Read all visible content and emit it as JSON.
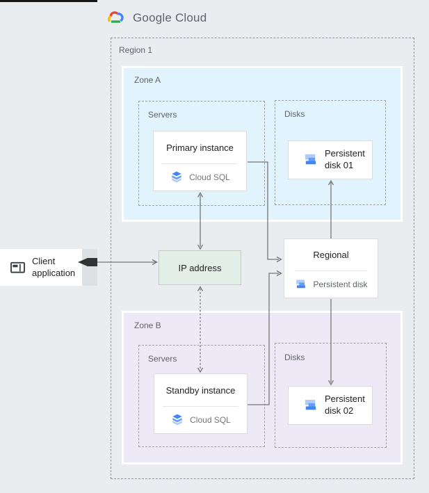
{
  "header": {
    "logo": "Google Cloud"
  },
  "region": {
    "label": "Region 1"
  },
  "zone_a": {
    "label": "Zone A",
    "servers_label": "Servers",
    "disks_label": "Disks"
  },
  "zone_b": {
    "label": "Zone B",
    "servers_label": "Servers",
    "disks_label": "Disks"
  },
  "nodes": {
    "client": {
      "line1": "Client",
      "line2": "application"
    },
    "ip": {
      "label": "IP address"
    },
    "primary": {
      "title": "Primary instance",
      "product": "Cloud SQL"
    },
    "standby": {
      "title": "Standby instance",
      "product": "Cloud SQL"
    },
    "regional": {
      "title": "Regional",
      "product": "Persistent disk"
    },
    "disk01": {
      "line1": "Persistent",
      "line2": "disk 01"
    },
    "disk02": {
      "line1": "Persistent",
      "line2": "disk 02"
    }
  },
  "colors": {
    "background": "#e9edf0",
    "zone_a_fill": "#e1f3fc",
    "zone_b_fill": "#eee9f6",
    "ip_fill": "#e3efe6",
    "google_blue": "#4285f4",
    "google_red": "#ea4335",
    "google_yellow": "#fbbc05",
    "google_green": "#34a853",
    "disk_icon_light": "#aecbfa",
    "disk_icon_medium": "#669df6",
    "disk_icon_dark": "#4285f4",
    "connector_gray": "#757575",
    "client_arrow_dark": "#333333"
  }
}
